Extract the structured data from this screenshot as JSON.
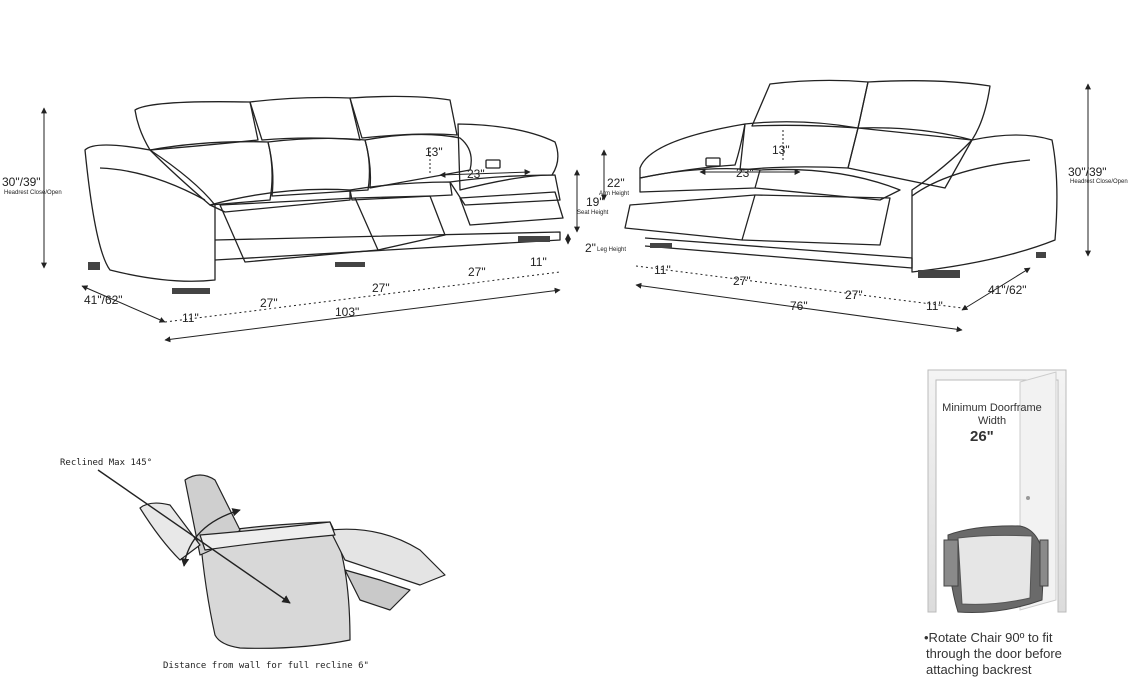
{
  "sofa_left": {
    "height_label": "30\"/39\"",
    "height_sub": "Headrest Close/Open",
    "depth_label": "41\"/62\"",
    "arm_width": "11\"",
    "seat_width_a": "27\"",
    "seat_width_b": "27\"",
    "seat_width_c": "27\"",
    "arm_width_right": "11\"",
    "total_width": "103\"",
    "headrest_label": "13\"",
    "seat_depth_label": "23\""
  },
  "middle_dims": {
    "arm_height": "22\"",
    "arm_height_sub": "Arm Height",
    "seat_height": "19\"",
    "seat_height_sub": "Seat Height",
    "leg_height": "2\"",
    "leg_height_sub": "Leg Height"
  },
  "sofa_right": {
    "height_label": "30\"/39\"",
    "height_sub": "Headrest Close/Open",
    "depth_label": "41\"/62\"",
    "arm_width_left": "11\"",
    "seat_width_a": "27\"",
    "seat_width_b": "27\"",
    "arm_width_right": "11\"",
    "total_width": "76\"",
    "headrest_label": "13\"",
    "seat_depth_label": "23\""
  },
  "recliner": {
    "angle_label": "Reclined Max 145°",
    "wall_label": "Distance from wall for full recline 6\""
  },
  "door": {
    "title_line1": "Minimum Doorframe",
    "title_line2": "Width",
    "width_value": "26\"",
    "note_line1": "•Rotate Chair 90º to fit",
    "note_line2": "through the door before",
    "note_line3": "attaching backrest"
  }
}
